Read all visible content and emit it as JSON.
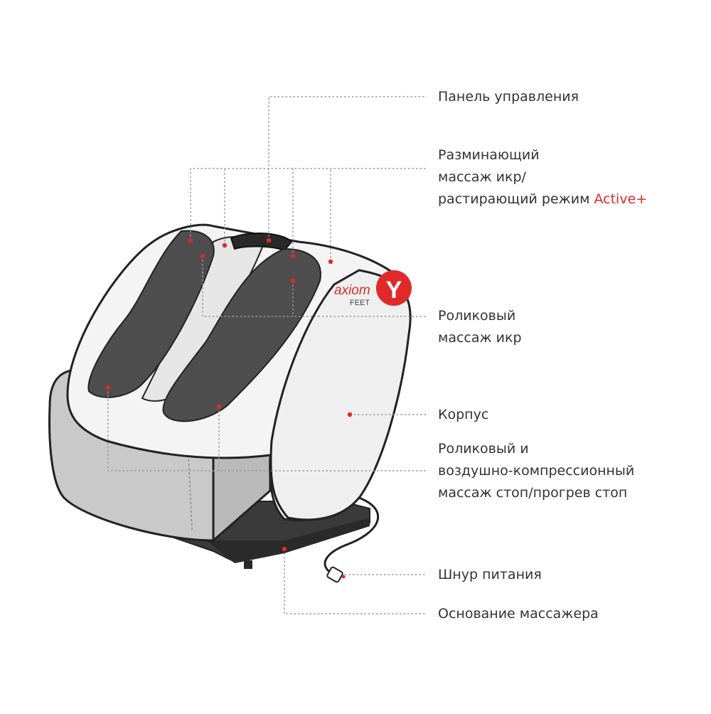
{
  "callouts": {
    "control_panel": "Панель управления",
    "kneading": {
      "line1": "Разминающий",
      "line2": "массаж икр/",
      "line3_prefix": "растирающий режим ",
      "line3_accent": "Active+"
    },
    "roller_calf": {
      "line1": "Роликовый",
      "line2": "массаж икр"
    },
    "body": "Корпус",
    "foot_massage": {
      "line1": "Роликовый и",
      "line2": "воздушно-компрессионный",
      "line3": "массаж стоп/прогрев стоп"
    },
    "power_cord": "Шнур питания",
    "base": "Основание массажера"
  },
  "logo": {
    "brand": "axiom",
    "sub": "FEET",
    "emblem": "Y"
  },
  "colors": {
    "accent": "#e02a2a",
    "leader_line": "#999999",
    "text": "#333333",
    "shell_white": "#f4f4f4",
    "shell_gray": "#c9c9c9",
    "upholstery": "#4e4e4e",
    "base_dark": "#3a3a3a"
  }
}
